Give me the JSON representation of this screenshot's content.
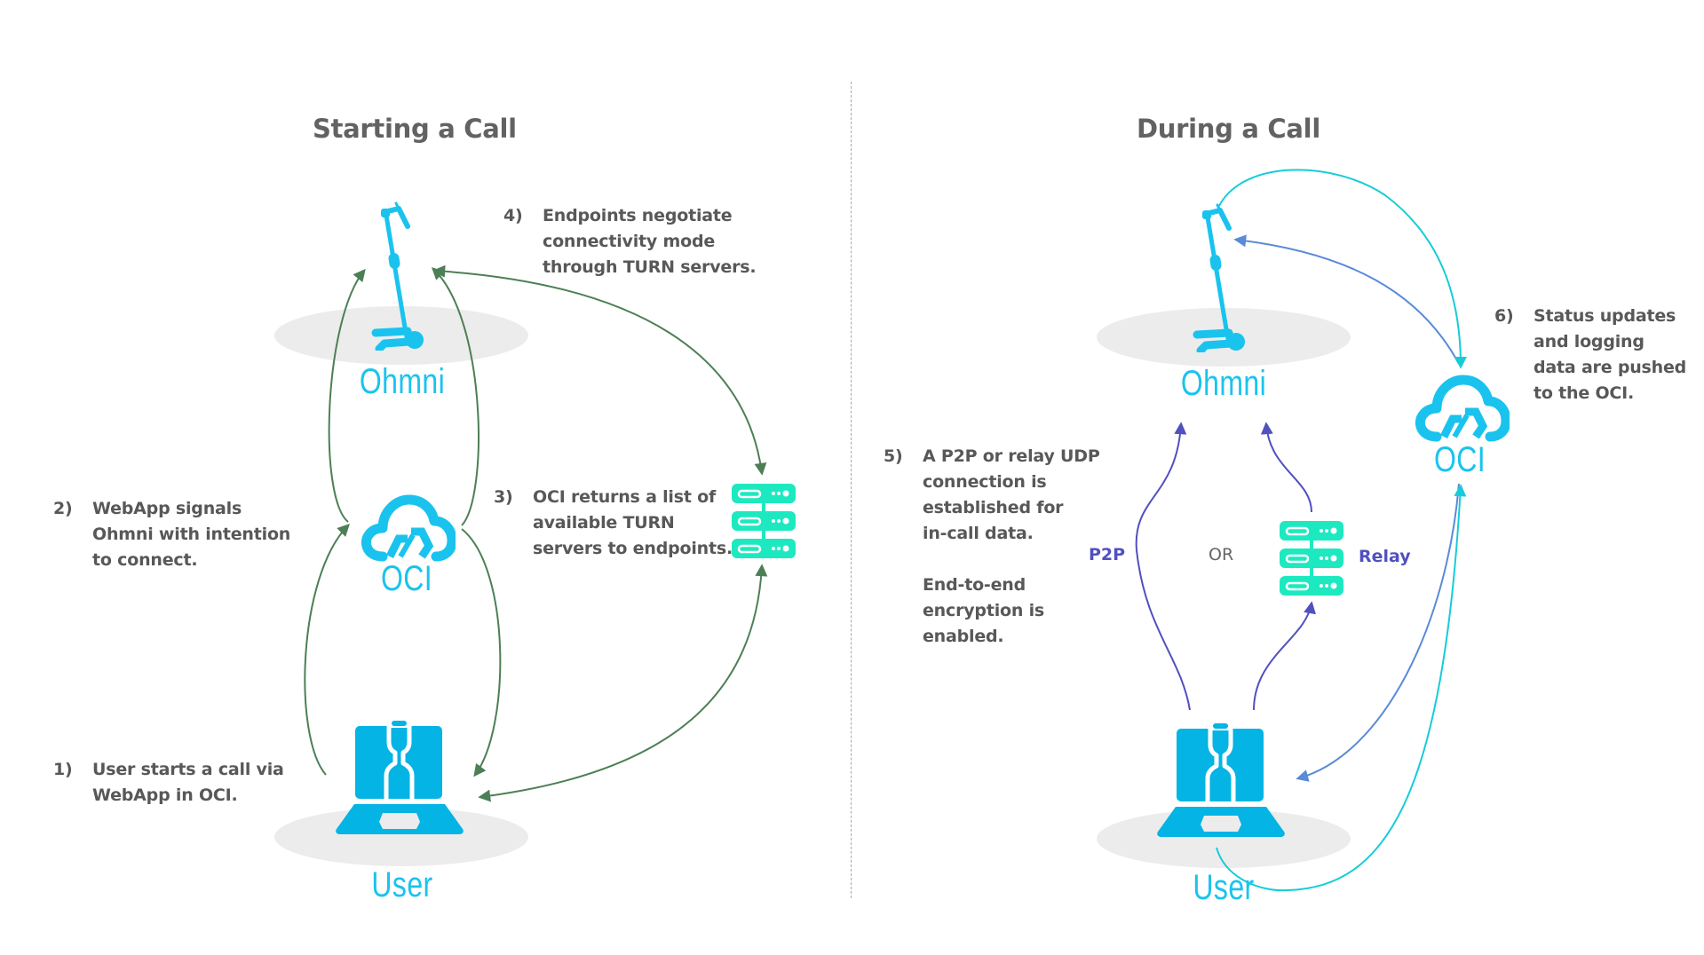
{
  "colors": {
    "node_blue": "#1ac3ee",
    "device_blue": "#03b4e4",
    "server_mint": "#1de9c0",
    "flow_green": "#4c7f55",
    "flow_purple": "#5050c0",
    "flow_blue": "#5a8ad8",
    "flow_cyan": "#16ccd8",
    "text_gray": "#585858",
    "title_gray": "#626262",
    "platform_gray": "#ececec"
  },
  "left_panel": {
    "title": "Starting a Call",
    "nodes": {
      "robot": {
        "label": "Ohmni",
        "icon": "robot-icon"
      },
      "cloud": {
        "label": "OCI",
        "icon": "cloud-icon"
      },
      "user": {
        "label": "User",
        "icon": "laptop-user-icon"
      },
      "server": {
        "icon": "server-icon"
      }
    },
    "steps": [
      {
        "num": "1)",
        "lines": [
          "User starts a call via",
          "WebApp in OCI."
        ]
      },
      {
        "num": "2)",
        "lines": [
          "WebApp signals",
          "Ohmni with intention",
          "to connect."
        ]
      },
      {
        "num": "3)",
        "lines": [
          "OCI returns a list of",
          "available TURN",
          "servers to endpoints."
        ]
      },
      {
        "num": "4)",
        "lines": [
          "Endpoints negotiate",
          "connectivity mode",
          "through TURN servers."
        ]
      }
    ]
  },
  "right_panel": {
    "title": "During a Call",
    "nodes": {
      "robot": {
        "label": "Ohmni",
        "icon": "robot-icon"
      },
      "cloud": {
        "label": "OCI",
        "icon": "cloud-icon"
      },
      "user": {
        "label": "User",
        "icon": "laptop-user-icon"
      },
      "server": {
        "icon": "server-icon"
      }
    },
    "tags": {
      "p2p": "P2P",
      "or": "OR",
      "relay": "Relay"
    },
    "steps": [
      {
        "num": "5)",
        "lines": [
          "A P2P or relay UDP",
          "connection is",
          "established for",
          "in-call data.",
          "",
          "End-to-end",
          "encryption is",
          "enabled."
        ]
      },
      {
        "num": "6)",
        "lines": [
          "Status updates",
          "and logging",
          "data are pushed",
          "to the OCI."
        ]
      }
    ]
  }
}
